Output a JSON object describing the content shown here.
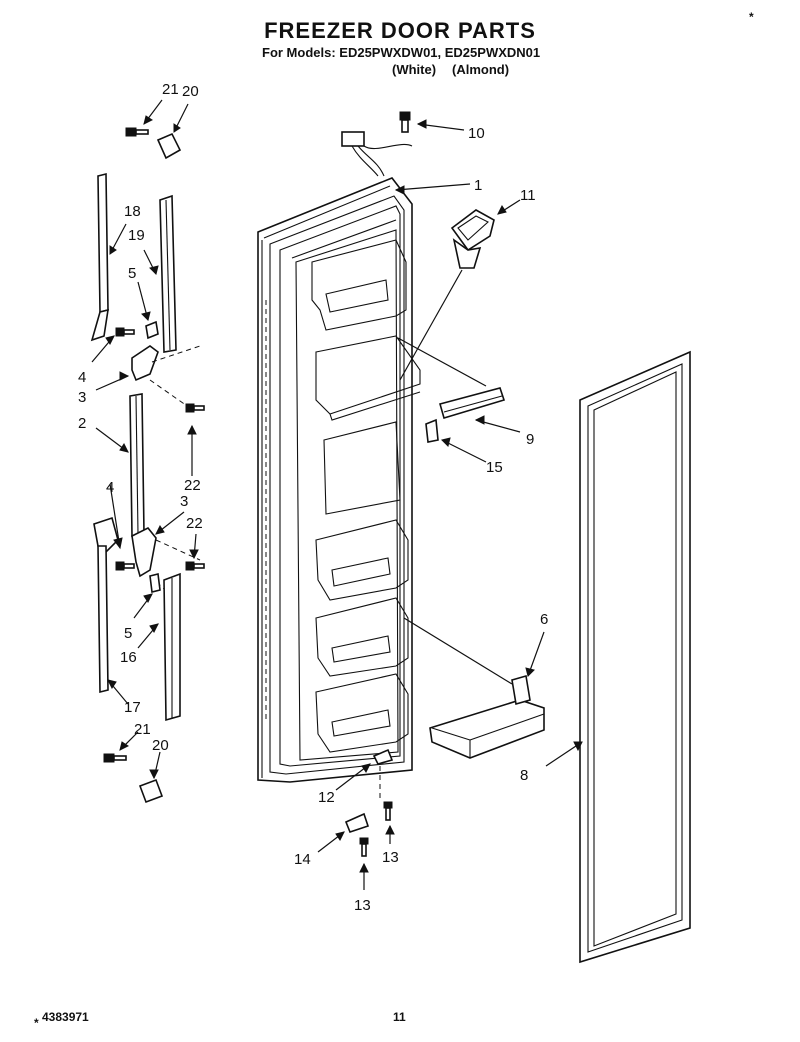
{
  "header": {
    "title": "FREEZER DOOR PARTS",
    "models": "For Models: ED25PWXDW01, ED25PWXDN01",
    "color_white": "(White)",
    "color_almond": "(Almond)"
  },
  "footer": {
    "doc_number": "4383971",
    "page_number": "11"
  },
  "corner_mark": "*",
  "callouts": [
    {
      "id": "c21a",
      "text": "21"
    },
    {
      "id": "c20a",
      "text": "20"
    },
    {
      "id": "c18",
      "text": "18"
    },
    {
      "id": "c19",
      "text": "19"
    },
    {
      "id": "c5a",
      "text": "5"
    },
    {
      "id": "c4a",
      "text": "4"
    },
    {
      "id": "c3a",
      "text": "3"
    },
    {
      "id": "c2",
      "text": "2"
    },
    {
      "id": "c22a",
      "text": "22"
    },
    {
      "id": "c4b",
      "text": "4"
    },
    {
      "id": "c3b",
      "text": "3"
    },
    {
      "id": "c22b",
      "text": "22"
    },
    {
      "id": "c5b",
      "text": "5"
    },
    {
      "id": "c16",
      "text": "16"
    },
    {
      "id": "c17",
      "text": "17"
    },
    {
      "id": "c21b",
      "text": "21"
    },
    {
      "id": "c20b",
      "text": "20"
    },
    {
      "id": "c10",
      "text": "10"
    },
    {
      "id": "c1",
      "text": "1"
    },
    {
      "id": "c11",
      "text": "11"
    },
    {
      "id": "c9",
      "text": "9"
    },
    {
      "id": "c15",
      "text": "15"
    },
    {
      "id": "c6",
      "text": "6"
    },
    {
      "id": "c8",
      "text": "8"
    },
    {
      "id": "c12",
      "text": "12"
    },
    {
      "id": "c14",
      "text": "14"
    },
    {
      "id": "c13a",
      "text": "13"
    },
    {
      "id": "c13b",
      "text": "13"
    }
  ]
}
